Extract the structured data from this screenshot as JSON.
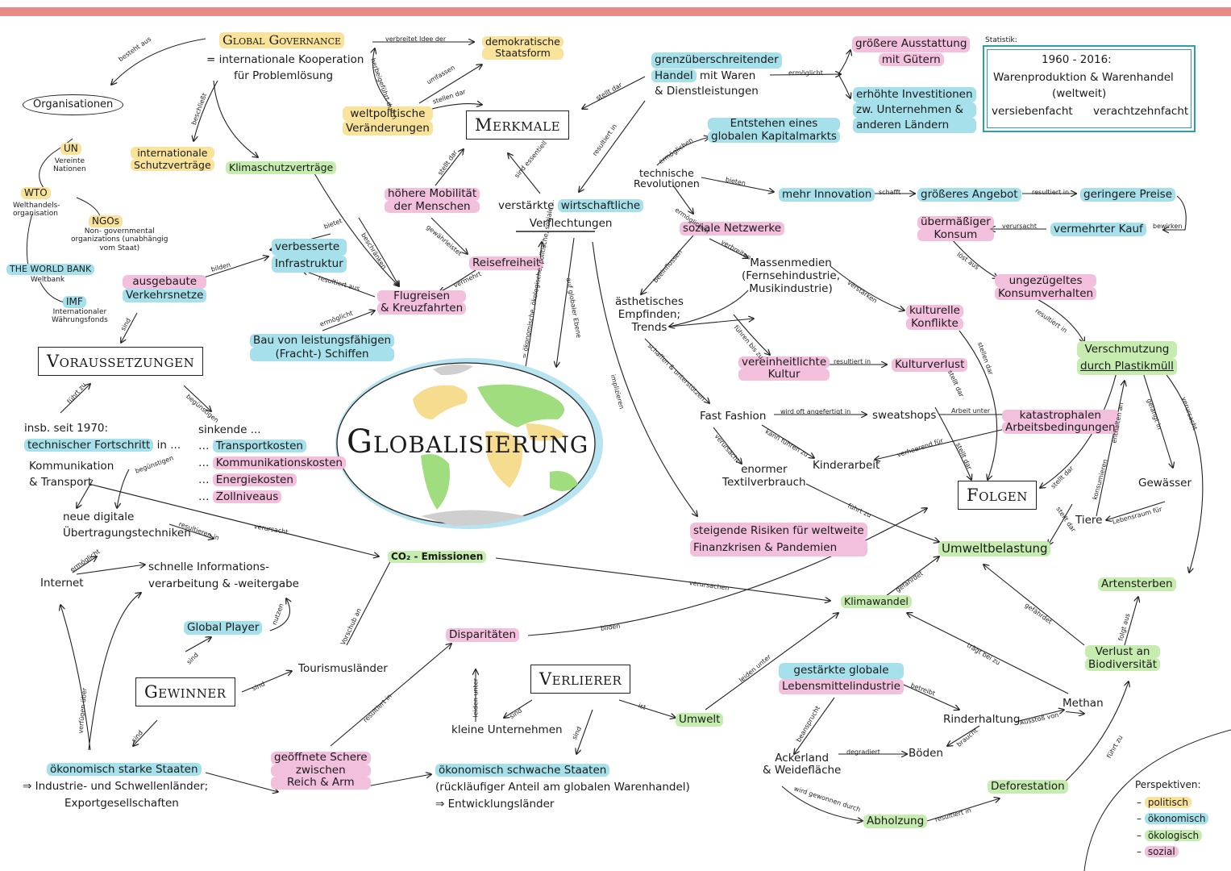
{
  "title": "Globalisierung",
  "sections": {
    "merkmale": "Merkmale",
    "voraussetzungen": "Voraussetzungen",
    "folgen": "Folgen",
    "gewinner": "Gewinner",
    "verlierer": "Verlierer"
  },
  "statistik": {
    "label": "Statistik:",
    "period": "1960 - 2016:",
    "subjects": "Warenproduktion & Warenhandel",
    "scope": "(weltweit)",
    "left": "versiebenfacht",
    "right": "verachtzehnfacht"
  },
  "legend": {
    "title": "Perspektiven:",
    "items": [
      {
        "label": "politisch",
        "color": "#f9e39a"
      },
      {
        "label": "ökonomisch",
        "color": "#a6e0ea"
      },
      {
        "label": "ökologisch",
        "color": "#c6ecb0"
      },
      {
        "label": "sozial",
        "color": "#f2bfdc"
      }
    ]
  },
  "nodes": {
    "global_governance": "Global Governance",
    "gg_def1": "= internationale Kooperation",
    "gg_def2": "für Problemlösung",
    "organisationen": "Organisationen",
    "un": "UN",
    "un_sub1": "Vereinte",
    "un_sub2": "Nationen",
    "wto": "WTO",
    "wto_sub1": "Welthandels-",
    "wto_sub2": "organisation",
    "ngos": "NGOs",
    "ngos_sub1": "Non- governmental",
    "ngos_sub2": "organizations (unabhängig",
    "ngos_sub3": "vom Staat)",
    "worldbank": "THE WORLD BANK",
    "worldbank_sub": "Weltbank",
    "imf": "IMF",
    "imf_sub1": "Internationaler",
    "imf_sub2": "Währungsfonds",
    "schutzvertraege1": "internationale",
    "schutzvertraege2": "Schutzverträge",
    "klimaschutz": "Klimaschutzverträge",
    "demokratisch1": "demokratische",
    "demokratisch2": "Staatsform",
    "weltpolitisch1": "weltpolitische",
    "weltpolitisch2": "Veränderungen",
    "handel1": "grenzüberschreitender",
    "handel2": "Handel",
    "handel3": "mit Waren",
    "handel4": "& Dienstleistungen",
    "ausstattung1": "größere Ausstattung",
    "ausstattung2": "mit Gütern",
    "investitionen1": "erhöhte Investitionen",
    "investitionen2": "zw. Unternehmen &",
    "investitionen3": "anderen Ländern",
    "kapitalmarkt1": "Entstehen eines",
    "kapitalmarkt2": "globalen Kapitalmarkts",
    "techrev1": "technische",
    "techrev2": "Revolutionen",
    "innovation": "mehr Innovation",
    "angebot": "größeres Angebot",
    "preise": "geringere Preise",
    "konsum1": "übermäßiger",
    "konsum2": "Konsum",
    "kauf": "vermehrter Kauf",
    "ungezuegelt1": "ungezügeltes",
    "ungezuegelt2": "Konsumverhalten",
    "mobilitaet1": "höhere Mobilität",
    "mobilitaet2": "der Menschen",
    "verflechtung1": "verstärkte",
    "verflechtung2": "wirtschaftliche",
    "verflechtung3": "Verflechtungen",
    "reisefreiheit": "Reisefreiheit",
    "infrastruktur1": "verbesserte",
    "infrastruktur2": "Infrastruktur",
    "verkehrsnetze1": "ausgebaute",
    "verkehrsnetze2": "Verkehrsnetze",
    "flugreisen1": "Flugreisen",
    "flugreisen2": "& Kreuzfahrten",
    "schiffe1": "Bau von leistungsfähigen",
    "schiffe2": "(Fracht-) Schiffen",
    "soziale_netzwerke": "soziale Netzwerke",
    "massenmedien1": "Massenmedien",
    "massenmedien2": "(Fernsehindustrie,",
    "massenmedien3": "Musikindustrie)",
    "aesthetik1": "ästhetisches",
    "aesthetik2": "Empfinden;",
    "aesthetik3": "Trends",
    "kult_konflikte1": "kulturelle",
    "kult_konflikte2": "Konflikte",
    "kultur1": "vereinheitlichte",
    "kultur2": "Kultur",
    "kulturverlust": "Kulturverlust",
    "verschmutzung1": "Verschmutzung",
    "verschmutzung2": "durch Plastikmüll",
    "fastfashion": "Fast Fashion",
    "sweatshops": "sweatshops",
    "arbeitsbed1": "katastrophalen",
    "arbeitsbed2": "Arbeitsbedingungen",
    "kinderarbeit": "Kinderarbeit",
    "textil1": "enormer",
    "textil2": "Textilverbrauch",
    "gewaesser": "Gewässer",
    "tiere": "Tiere",
    "risiken1": "steigende Risiken für weltweite",
    "risiken2": "Finanzkrisen & Pandemien",
    "umweltbelastung": "Umweltbelastung",
    "seit1970a": "insb. seit 1970:",
    "seit1970b": "technischer Fortschritt",
    "seit1970c": "in ...",
    "kommunikation1": "Kommunikation",
    "kommunikation2": "& Transport",
    "sinkende": "sinkende ...",
    "transport": "Transportkosten",
    "kommkosten": "Kommunikationskosten",
    "energie": "Energiekosten",
    "zoll": "Zollniveaus",
    "digital1": "neue digitale",
    "digital2": "Übertragungstechniken",
    "co2": "CO₂ - Emissionen",
    "internet": "Internet",
    "info1": "schnelle Informations-",
    "info2": "verarbeitung & -weitergabe",
    "klimawandel": "Klimawandel",
    "artensterben": "Artensterben",
    "globalplayer": "Global Player",
    "disparitaeten": "Disparitäten",
    "tourismus": "Tourismusländer",
    "lebensmittel1": "gestärkte globale",
    "lebensmittel2": "Lebensmittelindustrie",
    "methan": "Methan",
    "biodiv1": "Verlust an",
    "biodiv2": "Biodiversität",
    "rinder": "Rinderhaltung",
    "kleine": "kleine Unternehmen",
    "umwelt": "Umwelt",
    "stark1": "ökonomisch starke Staaten",
    "stark2": "⇒ Industrie- und Schwellenländer;",
    "stark3": "Exportgesellschaften",
    "schere1": "geöffnete Schere",
    "schere2": "zwischen",
    "schere3": "Reich  &  Arm",
    "schwach1": "ökonomisch schwache Staaten",
    "schwach2": "(rückläufiger Anteil am globalen Warenhandel)",
    "schwach3": "⇒ Entwicklungsländer",
    "ackerland1": "Ackerland",
    "ackerland2": "& Weidefläche",
    "boeden": "Böden",
    "deforestation": "Deforestation",
    "abholzung": "Abholzung"
  },
  "links": {
    "besteht_aus": "besteht aus",
    "beschliesst": "beschließt",
    "verbreitet": "verbreitet Idee der",
    "herbeigefuehrt": "herbeigeführt durch",
    "umfassen": "umfassen",
    "stehen_dar": "stellen dar",
    "stellt_dar1": "stellt dar",
    "ermoeglicht1": "ermöglicht",
    "resultiert1": "resultiert in",
    "sind_essentiell": "sind essentiell",
    "stellt_dar2": "stellt dar",
    "ermoeglichen1": "ermöglichen",
    "bieten": "bieten",
    "schafft": "schafft",
    "resultiert2": "resultiert in",
    "bewirken": "bewirken",
    "verursacht1": "verursacht",
    "loest_aus": "löst aus",
    "resultiert3": "resultiert in",
    "gewaehrleistet": "gewährleistet",
    "bietet": "bietet",
    "beschraenken": "beschränken",
    "vermehrt": "vermehrt",
    "resultiert4": "resultiert aus",
    "bilden1": "bilden",
    "ermoeglicht2": "ermöglicht",
    "ermoeglichen2": "ermöglichen",
    "verbreiten": "verbreiten",
    "beeinflussen": "beeinflussen",
    "verstaerken": "verstärken",
    "fuehren_zu": "führen bis zu",
    "resultiert5": "resultiert in",
    "stellen_dar3": "stellen dar",
    "schaffen": "schaffen & unterstützen",
    "oekonom": "= ökonomische, ökologische, politische, soziale ...",
    "ebene": "auf globaler Ebene",
    "implizieren": "implizieren",
    "gefertigt": "wird oft angefertigt in",
    "arbeit_unter": "Arbeit unter",
    "kann_fuehren": "kann führen zu",
    "verheerend": "verheerend für",
    "stellt_dar4": "stellt dar",
    "verursacht2": "verursacht",
    "fuehrt_zu1": "führt zu",
    "stellt_dar5": "stellt dar",
    "stellt_dar6": "stellt dar",
    "gelangt_in": "gelangt in",
    "verursacht3": "verursacht",
    "konsumieren": "konsumieren",
    "lebensraum": "Lebensraum für",
    "enthalten": "enthalten an",
    "stellt_dar7": "stellt dar",
    "sind1": "sind",
    "fuehrt_zu": "führt zu",
    "bedingen": "begünstigen",
    "resultieren_in": "resultieren in",
    "verursacht4": "verursacht",
    "ermoeglicht3": "ermöglicht",
    "nutzen": "nutzen",
    "sind2": "sind",
    "sind3": "sind",
    "sind4": "sind",
    "verfuegen": "verfügen über",
    "vorschub": "Vorschub an",
    "verursachen": "verursachen",
    "gefaehrdet1": "gefährdet",
    "bilden2": "bilden",
    "leiden_unter1": "leiden unter",
    "leiden_unter2": "leiden unter",
    "sind5": "sind",
    "sind6": "sind",
    "ist": "ist",
    "resultiert6": "resultiert in",
    "betreibt": "betreibt",
    "traegt_bei": "trägt bei zu",
    "gefaehrdet2": "gefährdet",
    "ausstoss": "Ausstoß von",
    "braucht": "braucht",
    "beansprucht": "beansprucht",
    "degradiert": "degradiert",
    "fuehrt_zu2": "führt zu",
    "folgt_aus": "folgt aus",
    "gewonnen": "wird gewonnen durch",
    "resultiert7": "resultiert in"
  }
}
